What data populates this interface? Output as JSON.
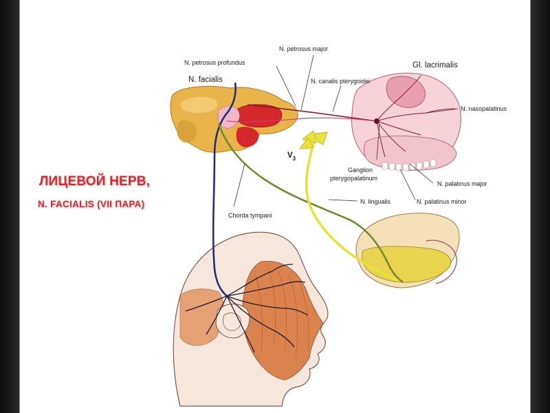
{
  "slide": {
    "title": "ЛИЦЕВОЙ НЕРВ,",
    "subtitle": "N. FACIALIS  (VII ПАРА)"
  },
  "labels": {
    "n_facialis": "N. facialis",
    "n_petrosus_profundus": "N. petrosus profundus",
    "n_petrosus_major": "N. petrosus major",
    "gl_lacrimalis": "Gl. lacrimalis",
    "n_canalis_pterygoidei": "N. canalis pterygoidei",
    "n_nasopalatinus": "N. nasopalatinus",
    "v3_letter": "V",
    "v3_sub": "3",
    "ganglion_line1": "Ganglion",
    "ganglion_line2": "pterygopalatinum",
    "n_palatinus_major": "N. palatinus major",
    "n_lingualis": "N. lingualis",
    "n_palatinus_minor": "N. palatinus minor",
    "chorda_tympani": "Chorda tympani"
  },
  "colors": {
    "title_red": "#e0242a",
    "facial_nerve_blue": "#1f2f7a",
    "chorda_green": "#6e8a2c",
    "v3_yellow": "#e8e23a",
    "muscle_orange": "#d9793f",
    "bone_tan": "#e9b54a",
    "nerve_red": "#c0202a"
  }
}
